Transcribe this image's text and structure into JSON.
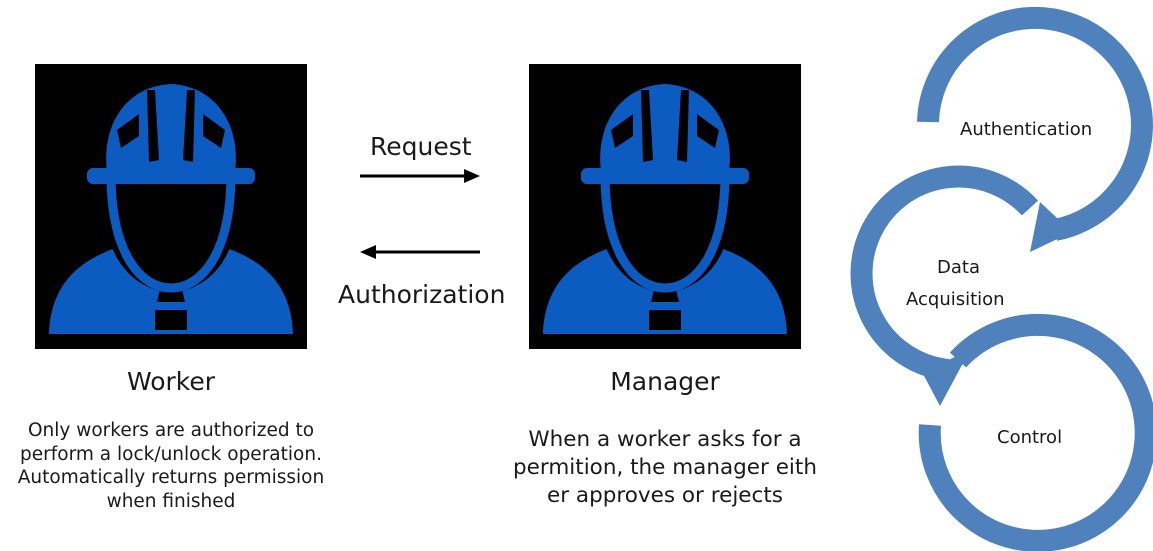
{
  "colors": {
    "icon_blue": "#0b5bc0",
    "tile_background": "#000000",
    "cycle_blue": "#4f81bd",
    "arrow": "#000000"
  },
  "worker": {
    "icon": "worker-hardhat-icon",
    "label": "Worker",
    "description": [
      "Only workers are authorized to",
      "perform a lock/unlock operation.",
      "Automatically returns permission",
      "when finished"
    ]
  },
  "manager": {
    "icon": "manager-hardhat-icon",
    "label": "Manager",
    "description": [
      "When a worker asks for a",
      "permition, the manager eith",
      "er approves or rejects"
    ]
  },
  "arrows": {
    "request": "Request",
    "authorization": "Authorization"
  },
  "cycle": {
    "authentication": "Authentication",
    "data_line1": "Data",
    "data_line2": "Acquisition",
    "control": "Control"
  }
}
